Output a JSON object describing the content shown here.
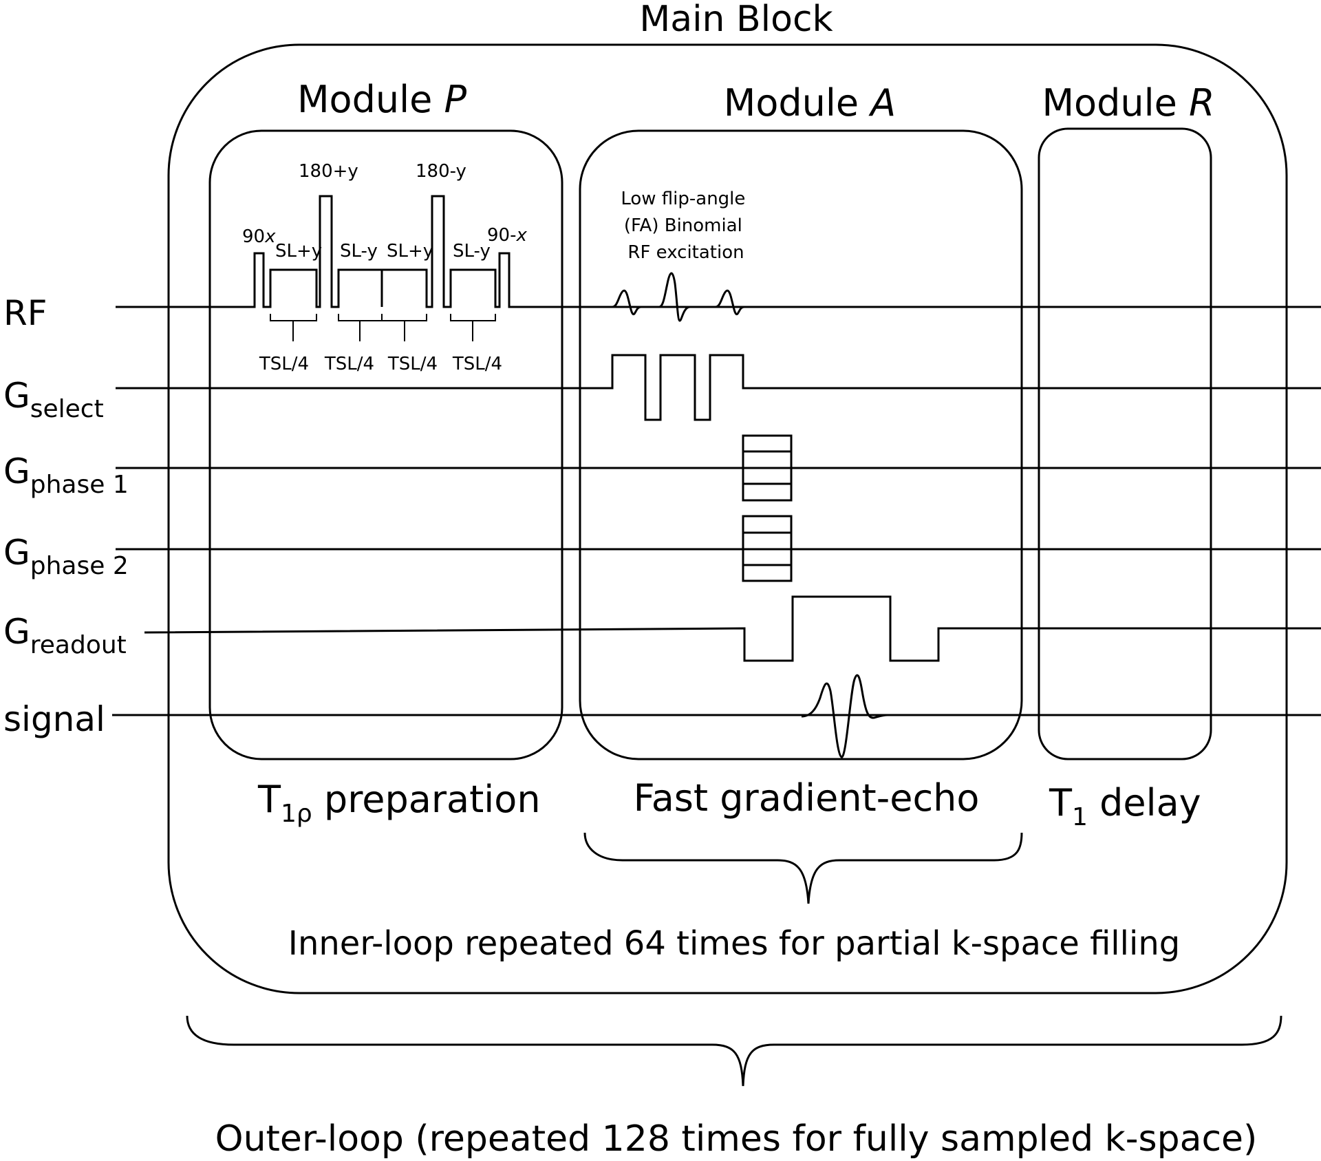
{
  "main_block": {
    "title": "Main Block"
  },
  "modules": {
    "p": {
      "prefix": "Module ",
      "letter": "P",
      "caption_main": "T",
      "caption_sub": "1ρ",
      "caption_rest": " preparation"
    },
    "a": {
      "prefix": "Module ",
      "letter": "A",
      "caption": "Fast gradient-echo"
    },
    "r": {
      "prefix": "Module ",
      "letter": "R",
      "caption_main": "T",
      "caption_sub": "1",
      "caption_rest": " delay"
    }
  },
  "rows": {
    "rf": {
      "label": "RF"
    },
    "select": {
      "main": "G",
      "sub": "select"
    },
    "phase1": {
      "main": "G",
      "sub": "phase 1"
    },
    "phase2": {
      "main": "G",
      "sub": "phase 2"
    },
    "readout": {
      "main": "G",
      "sub": "readout"
    },
    "signal": {
      "label": "signal"
    }
  },
  "pulses": {
    "p90x": {
      "main": "90",
      "italic": "x"
    },
    "sl_py_1": "SL+y",
    "p180py": "180+y",
    "sl_my_1": "SL-y",
    "sl_py_2": "SL+y",
    "p180my": "180-y",
    "sl_my_2": "SL-y",
    "p90mx": {
      "main": "90-",
      "italic": "x"
    }
  },
  "tsl": [
    "TSL/4",
    "TSL/4",
    "TSL/4",
    "TSL/4"
  ],
  "rf_excitation": [
    "Low flip-angle",
    "(FA) Binomial",
    "RF excitation"
  ],
  "loops": {
    "inner": "Inner-loop repeated 64 times for partial k-space filling",
    "outer": "Outer-loop (repeated 128 times for fully sampled k-space)"
  }
}
